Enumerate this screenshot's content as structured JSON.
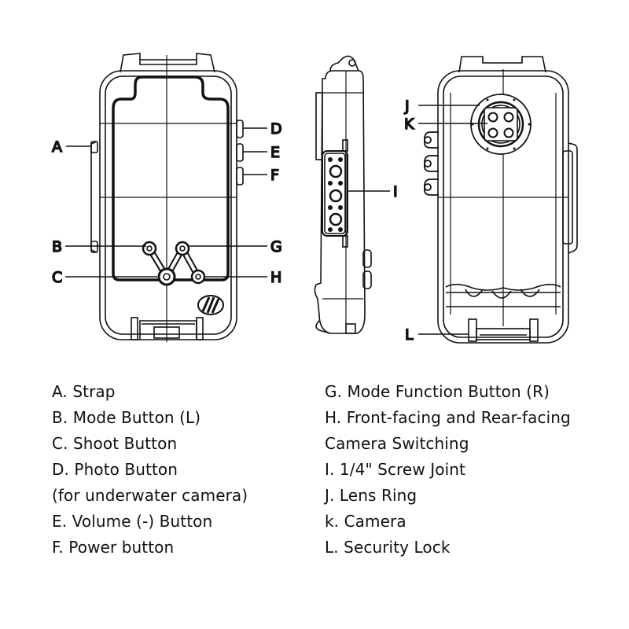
{
  "callouts": {
    "A": "A",
    "B": "B",
    "C": "C",
    "D": "D",
    "E": "E",
    "F": "F",
    "G": "G",
    "H": "H",
    "I": "I",
    "J": "J",
    "K": "K",
    "L": "L"
  },
  "legend": {
    "left": [
      "A. Strap",
      "B. Mode Button (L)",
      "C. Shoot Button",
      "D. Photo Button",
      "(for underwater camera)",
      "E. Volume (-) Button",
      "F. Power button"
    ],
    "right": [
      "G. Mode Function Button (R)",
      "H. Front-facing and Rear-facing",
      "Camera Switching",
      "I. 1/4\" Screw Joint",
      "J. Lens Ring",
      "k. Camera",
      "L. Security Lock"
    ]
  }
}
